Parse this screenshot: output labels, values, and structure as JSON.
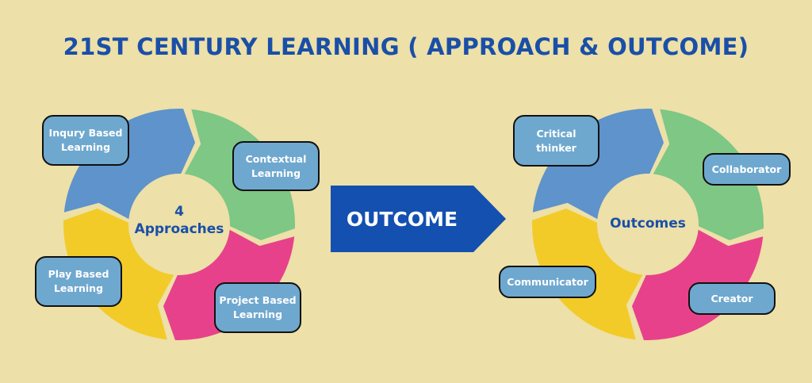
{
  "title": "21ST CENTURY LEARNING ( APPROACH & OUTCOME)",
  "approaches": {
    "center_number": "4",
    "center_label": "Approaches",
    "items": [
      "Inqury Based Learning",
      "Contextual Learning",
      "Play Based Learning",
      "Project Based Learning"
    ]
  },
  "arrow_label": "OUTCOME",
  "outcomes": {
    "center_label": "Outcomes",
    "items": [
      "Critical thinker",
      "Collaborator",
      "Communicator",
      "Creator"
    ]
  },
  "colors": {
    "background": "#ede0a8",
    "blue": "#5e93cb",
    "green": "#7ec785",
    "pink": "#e8418b",
    "yellow": "#f2cb28",
    "box": "#6fa8cf",
    "title": "#1a4fa8",
    "arrow": "#1450b0"
  }
}
